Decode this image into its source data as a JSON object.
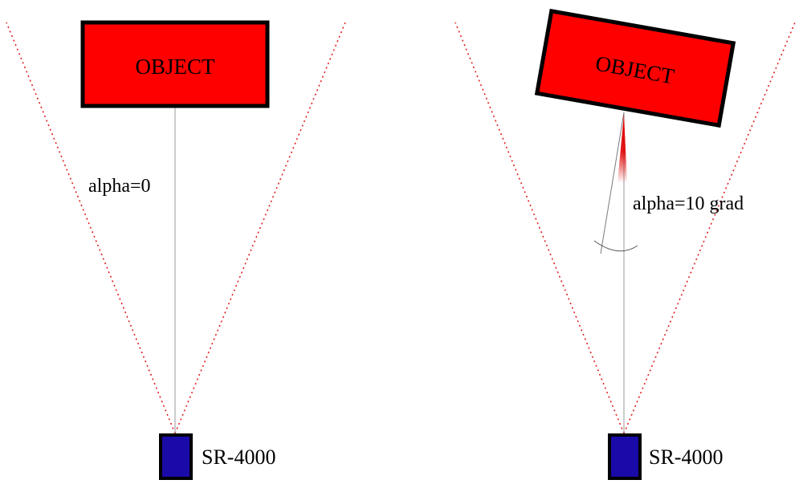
{
  "left_panel": {
    "object_label": "OBJECT",
    "angle_label": "alpha=0",
    "camera_label": "SR-4000"
  },
  "right_panel": {
    "object_label": "OBJECT",
    "angle_label": "alpha=10 grad",
    "camera_label": "SR-4000"
  },
  "colors": {
    "object_fill": "#ff0000",
    "camera_fill": "#1a0aa8",
    "fov_line": "#e02020",
    "axis_line": "#9a9a9a",
    "outline": "#000000"
  }
}
